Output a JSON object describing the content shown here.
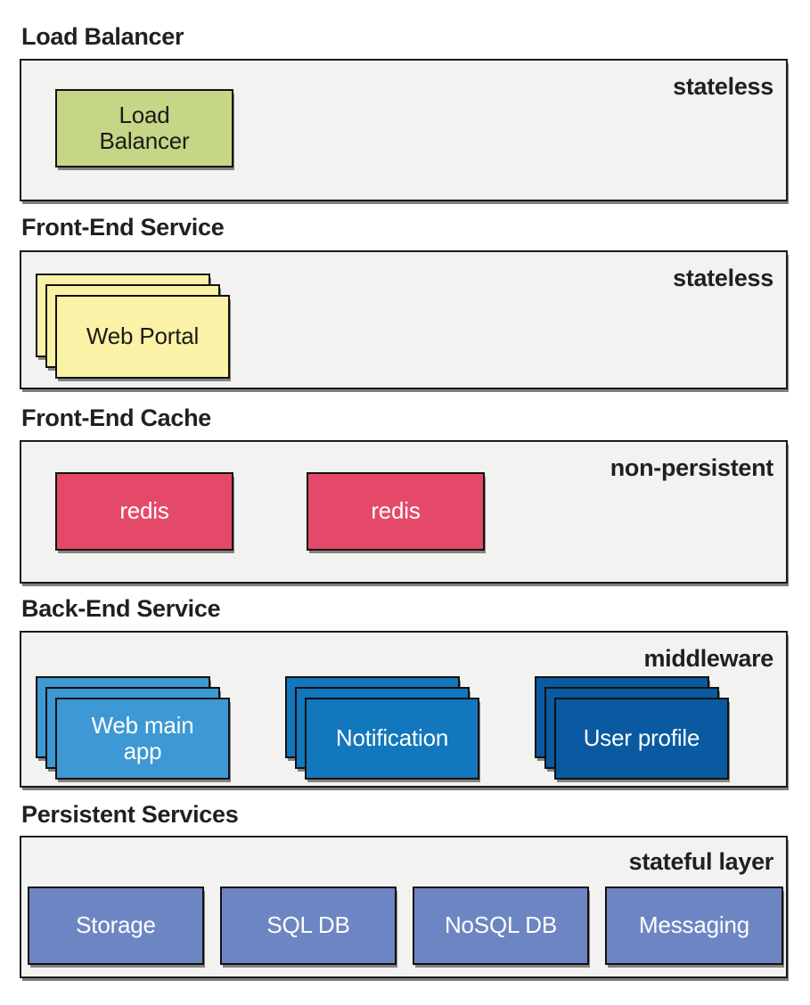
{
  "palette": {
    "section_fill": "#f2f2f1",
    "section_border": "#1b1b1b",
    "title_color": "#231f20",
    "green": "#c5d686",
    "yellow": "#faf3a7",
    "red": "#e54969",
    "blue_light": "#3d98d3",
    "blue_mid": "#1277bc",
    "blue_dark": "#095aa0",
    "periwinkle": "#6d85c2"
  },
  "sections": [
    {
      "title": "Load Balancer",
      "annotation": "stateless",
      "nodes": [
        {
          "label": "Load Balancer"
        }
      ]
    },
    {
      "title": "Front-End Service",
      "annotation": "stateless",
      "nodes": [
        {
          "label": "Web Portal"
        }
      ]
    },
    {
      "title": "Front-End Cache",
      "annotation": "non-persistent",
      "nodes": [
        {
          "label": "redis"
        },
        {
          "label": "redis"
        }
      ]
    },
    {
      "title": "Back-End Service",
      "annotation": "middleware",
      "nodes": [
        {
          "label": "Web main app"
        },
        {
          "label": "Notification"
        },
        {
          "label": "User profile"
        }
      ]
    },
    {
      "title": "Persistent Services",
      "annotation": "stateful layer",
      "nodes": [
        {
          "label": "Storage"
        },
        {
          "label": "SQL DB"
        },
        {
          "label": "NoSQL DB"
        },
        {
          "label": "Messaging"
        }
      ]
    }
  ]
}
